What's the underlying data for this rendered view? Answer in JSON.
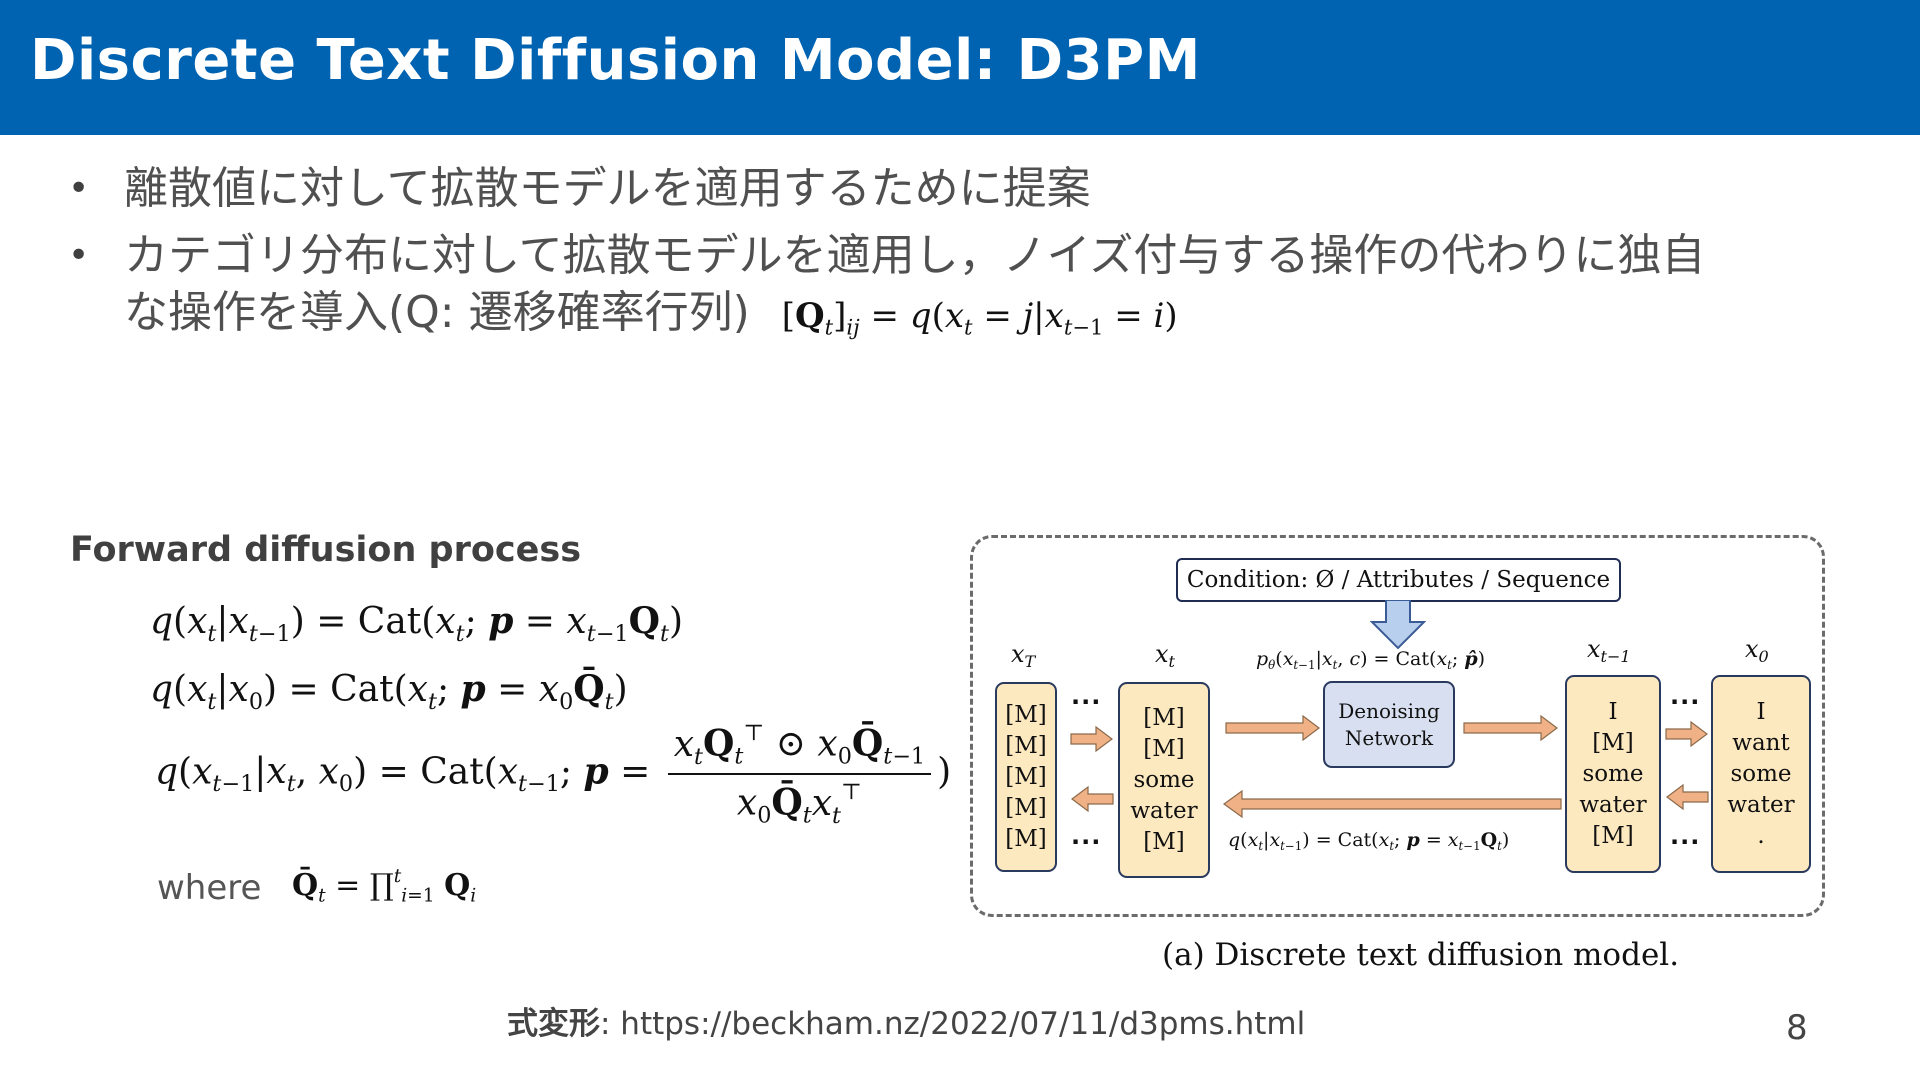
{
  "title": "Discrete Text Diffusion Model: D3PM",
  "bullets": [
    "離散値に対して拡散モデルを適用するために提案",
    "カテゴリ分布に対して拡散モデルを適用し，ノイズ付与する操作の代わりに独自",
    "な操作を導入(Q: 遷移確率行列)"
  ],
  "forward_title": "Forward diffusion process",
  "where_label": "where",
  "diagram": {
    "condition": "Condition: Ø / Attributes / Sequence",
    "columns": [
      {
        "label": "x",
        "sub": "T",
        "tokens": [
          "[M]",
          "[M]",
          "[M]",
          "[M]",
          "[M]"
        ]
      },
      {
        "label": "x",
        "sub": "t",
        "tokens": [
          "[M]",
          "[M]",
          "some",
          "water",
          "[M]"
        ]
      },
      {
        "label": "x",
        "sub": "t−1",
        "tokens": [
          "I",
          "[M]",
          "some",
          "water",
          "[M]"
        ]
      },
      {
        "label": "x",
        "sub": "0",
        "tokens": [
          "I",
          "want",
          "some",
          "water",
          "."
        ]
      }
    ],
    "denoise_line1": "Denoising",
    "denoise_line2": "Network",
    "dots": "···"
  },
  "caption": "(a) Discrete text diffusion model.",
  "source_prefix": "式変形",
  "source_url": ": https://beckham.nz/2022/07/11/d3pms.html",
  "page_number": "8",
  "colors": {
    "header": "#0063b1",
    "column_fill": "#fde9c0",
    "network_fill": "#d8dff0",
    "arrow": "#f1b186"
  }
}
